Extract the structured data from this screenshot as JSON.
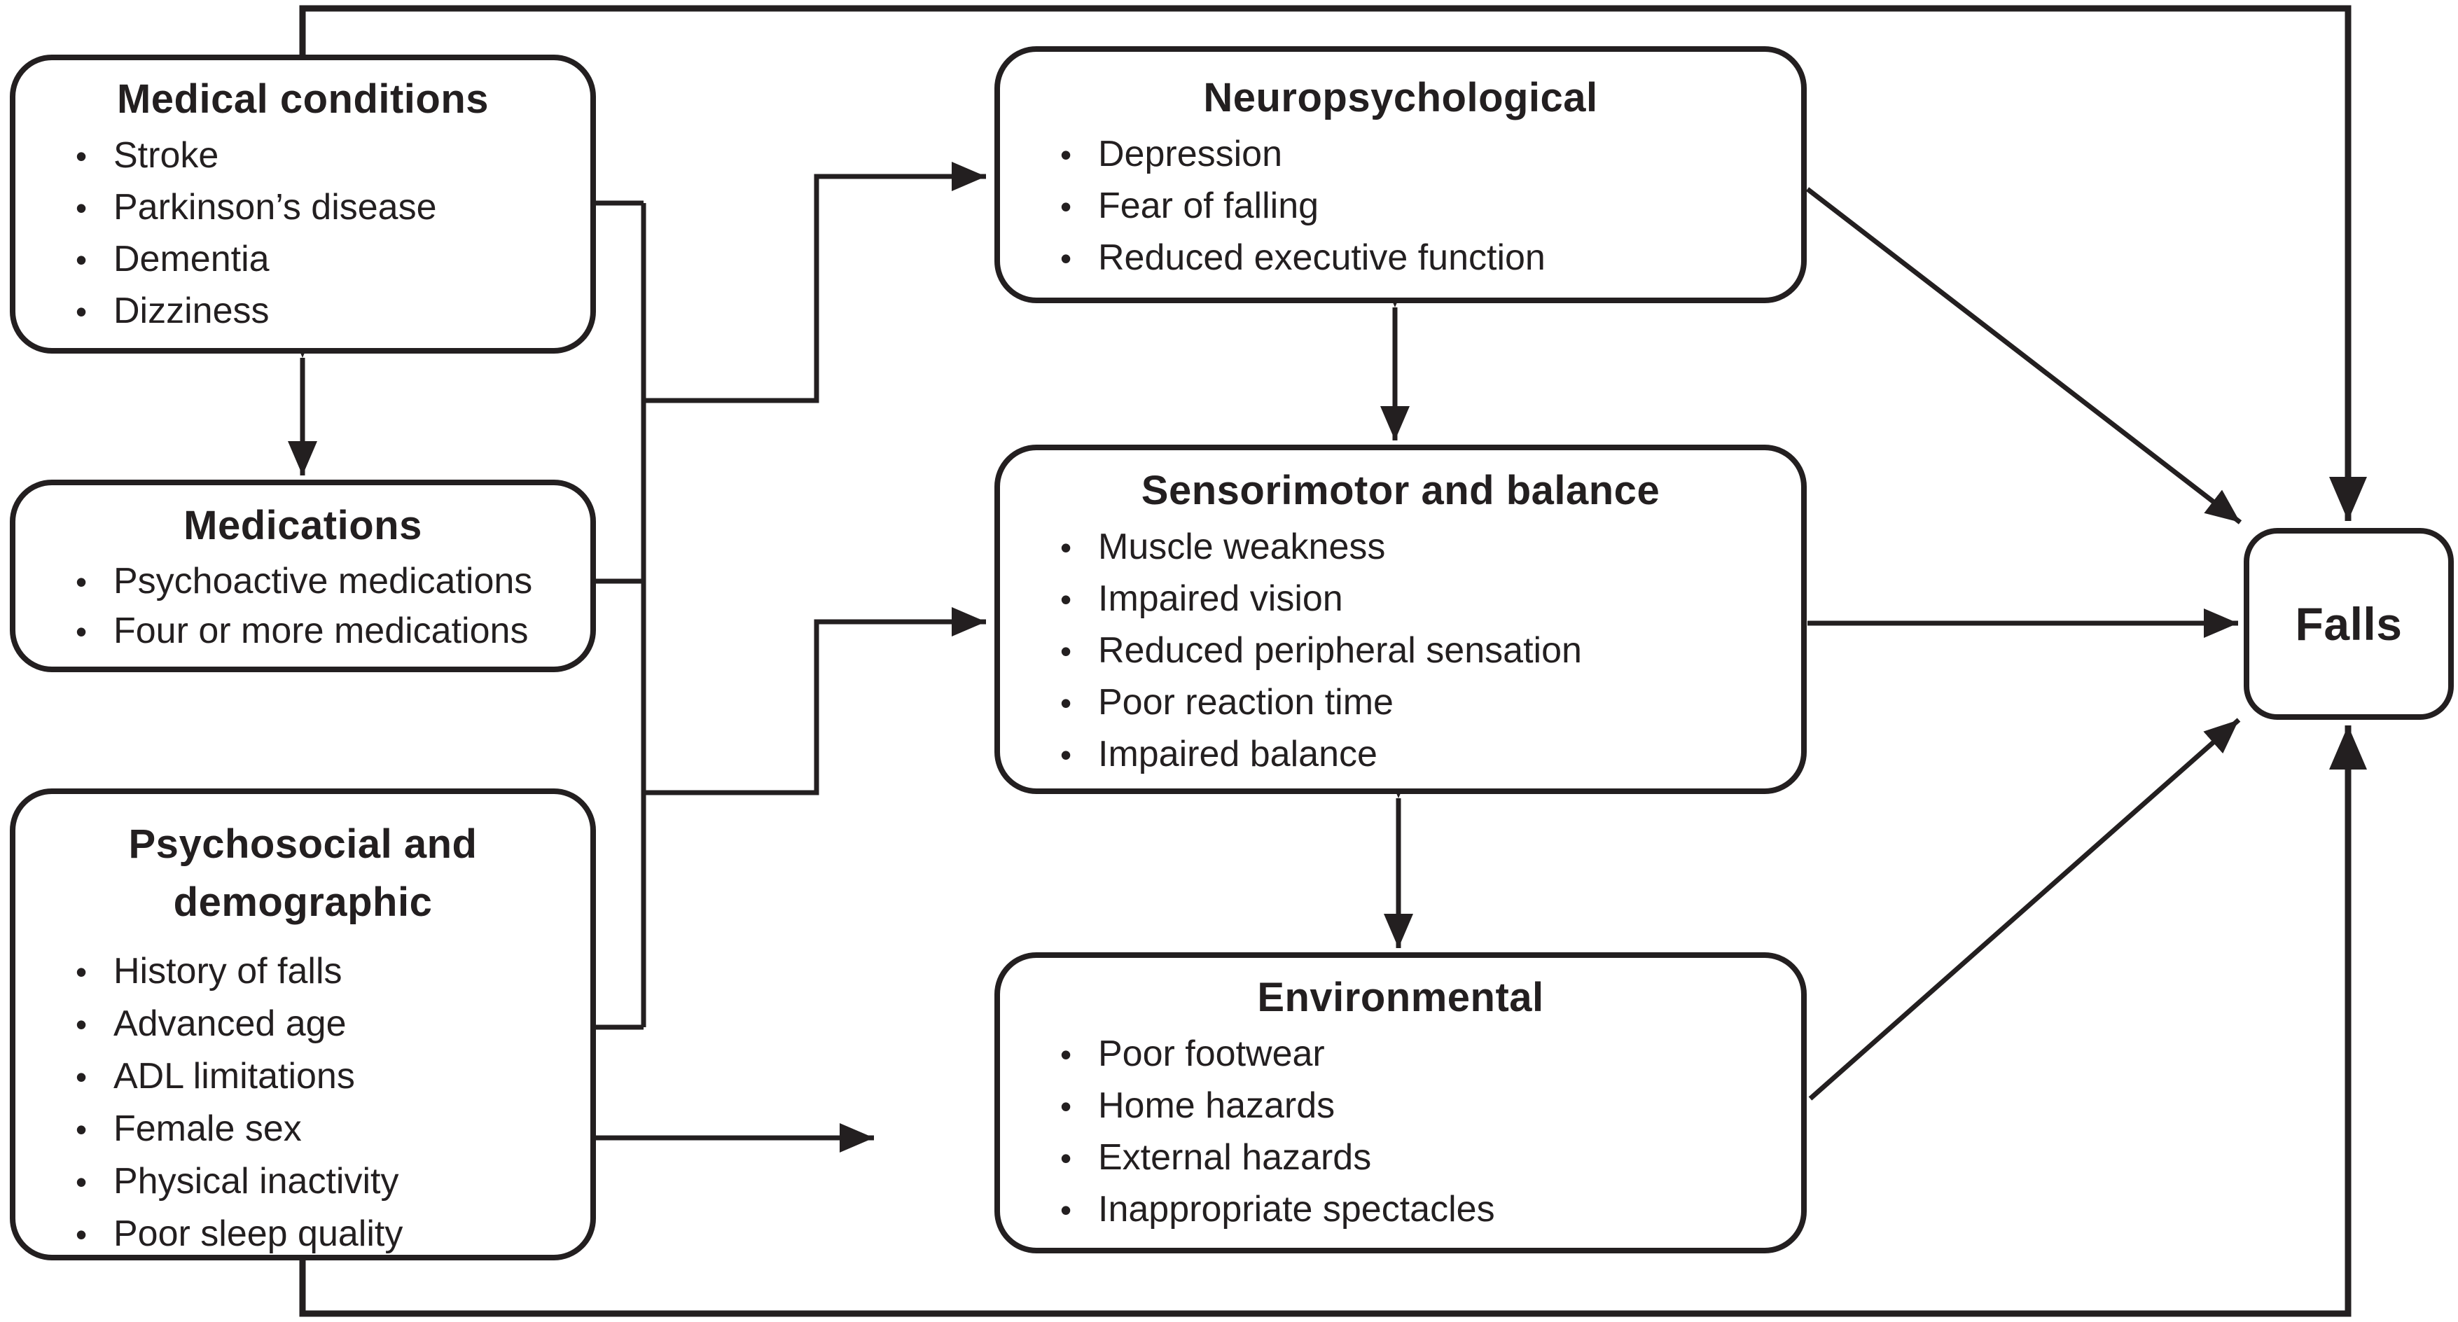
{
  "ui": {
    "bullet": "•"
  },
  "colors": {
    "line": "#231f20",
    "background": "#ffffff"
  },
  "boxes": {
    "medical": {
      "title": "Medical conditions",
      "items": [
        "Stroke",
        "Parkinson’s disease",
        "Dementia",
        "Dizziness"
      ]
    },
    "medications": {
      "title": "Medications",
      "items": [
        "Psychoactive medications",
        "Four or more medications"
      ]
    },
    "psychosocial": {
      "title": "Psychosocial and demographic",
      "items": [
        "History of falls",
        "Advanced age",
        "ADL limitations",
        "Female sex",
        "Physical inactivity",
        "Poor sleep quality"
      ]
    },
    "neuropsychological": {
      "title": "Neuropsychological",
      "items": [
        "Depression",
        "Fear of falling",
        "Reduced executive function"
      ]
    },
    "sensorimotor": {
      "title": "Sensorimotor and balance",
      "items": [
        "Muscle weakness",
        "Impaired vision",
        "Reduced peripheral sensation",
        "Poor reaction time",
        "Impaired balance"
      ]
    },
    "environmental": {
      "title": "Environmental",
      "items": [
        "Poor footwear",
        "Home hazards",
        "External hazards",
        "Inappropriate spectacles"
      ]
    },
    "falls": {
      "title": "Falls"
    }
  }
}
